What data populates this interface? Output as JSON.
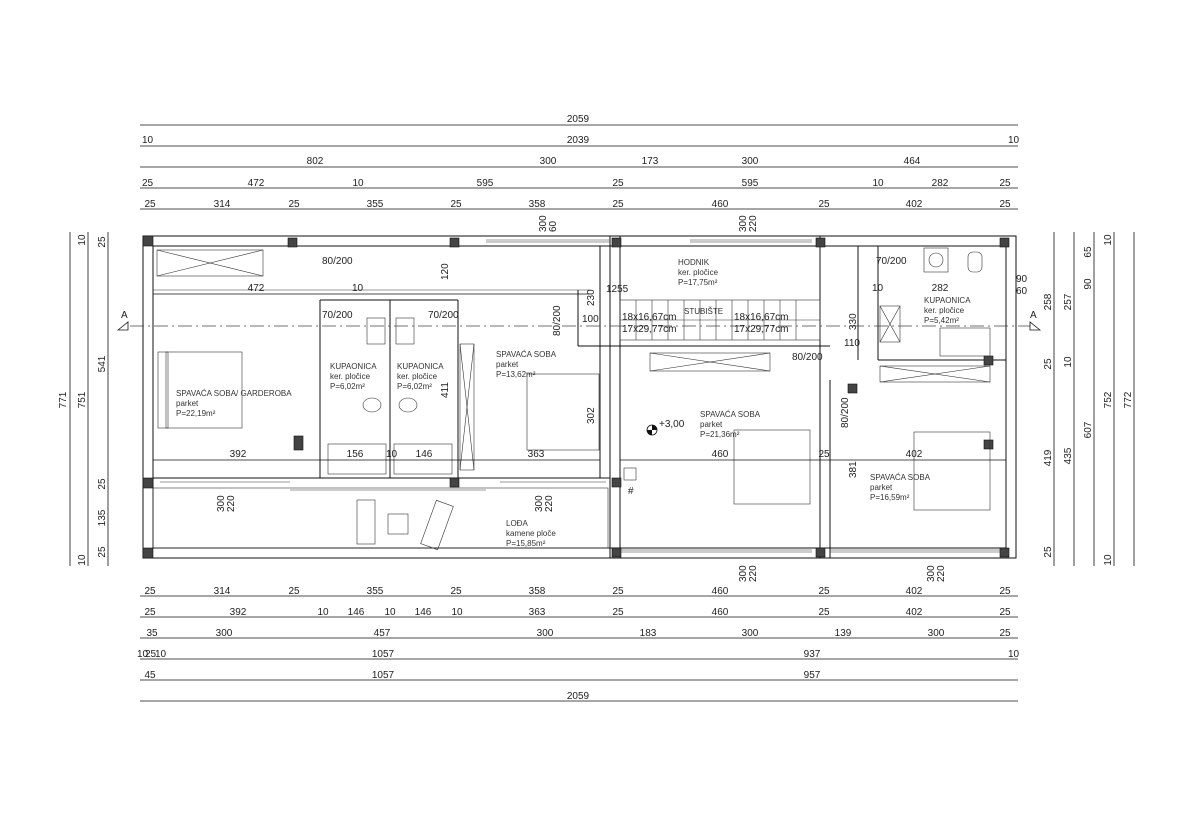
{
  "top_dims": {
    "r1": [
      "2059"
    ],
    "r2": [
      "10",
      "2039",
      "10"
    ],
    "r3": [
      "802",
      "300",
      "173",
      "300",
      "464"
    ],
    "r4": [
      "25",
      "472",
      "10",
      "595",
      "25",
      "595",
      "10",
      "282",
      "25"
    ],
    "r5": [
      "25",
      "314",
      "25",
      "355",
      "25",
      "358",
      "25",
      "460",
      "25",
      "402",
      "25"
    ]
  },
  "bottom_dims": {
    "r1": [
      "25",
      "314",
      "25",
      "355",
      "25",
      "358",
      "25",
      "460",
      "25",
      "402",
      "25"
    ],
    "r2": [
      "25",
      "392",
      "10",
      "146",
      "10",
      "146",
      "10",
      "363",
      "25",
      "460",
      "25",
      "402",
      "25"
    ],
    "r3": [
      "35",
      "300",
      "457",
      "300",
      "183",
      "300",
      "139",
      "300",
      "25"
    ],
    "r4": [
      "10",
      "25",
      "10",
      "1057",
      "937",
      "10"
    ],
    "r5": [
      "45",
      "1057",
      "957"
    ],
    "r6": [
      "2059"
    ]
  },
  "left_dims": [
    "771",
    "751",
    "10",
    "25",
    "541",
    "25",
    "135",
    "25",
    "10"
  ],
  "right_dims": [
    "772",
    "752",
    "10",
    "65",
    "90",
    "258",
    "257",
    "25",
    "10",
    "607",
    "419",
    "435",
    "25",
    "10"
  ],
  "rooms": [
    {
      "name": "SPAVAĆA SOBA/ GARDEROBA",
      "floor": "parket",
      "area": "P=22,19m²"
    },
    {
      "name": "KUPAONICA",
      "floor": "ker. pločice",
      "area": "P=6,02m²"
    },
    {
      "name": "KUPAONICA",
      "floor": "ker. pločice",
      "area": "P=6,02m²"
    },
    {
      "name": "SPAVAĆA SOBA",
      "floor": "parket",
      "area": "P=13,62m²"
    },
    {
      "name": "HODNIK",
      "floor": "ker. pločice",
      "area": "P=17,75m²"
    },
    {
      "name": "STUBIŠTE",
      "floor": "",
      "area": ""
    },
    {
      "name": "SPAVAĆA SOBA",
      "floor": "parket",
      "area": "P=21,36m²"
    },
    {
      "name": "KUPAONICA",
      "floor": "ker. pločice",
      "area": "P=5,42m²"
    },
    {
      "name": "SPAVAĆA SOBA",
      "floor": "parket",
      "area": "P=16,59m²"
    },
    {
      "name": "LOĐA",
      "floor": "kamene ploče",
      "area": "P=15,85m²"
    }
  ],
  "doors": [
    "80/200",
    "70/200",
    "70/200",
    "80/200",
    "80/200",
    "70/200",
    "80/200"
  ],
  "window_marks": [
    "300",
    "60",
    "300",
    "220",
    "300",
    "220",
    "300",
    "220",
    "300",
    "220",
    "300",
    "220",
    "90",
    "60"
  ],
  "stairs": {
    "left": [
      "18x16,67cm",
      "17x29,77cm"
    ],
    "right": [
      "18x16,67cm",
      "17x29,77cm"
    ]
  },
  "inner_dims": [
    "472",
    "10",
    "120",
    "230",
    "1255",
    "100",
    "411",
    "302",
    "392",
    "156",
    "10",
    "146",
    "363",
    "460",
    "25",
    "402",
    "330",
    "110",
    "381",
    "282",
    "10"
  ],
  "level_mark": "+3,00",
  "section_mark": "A",
  "flue_mark": "#"
}
